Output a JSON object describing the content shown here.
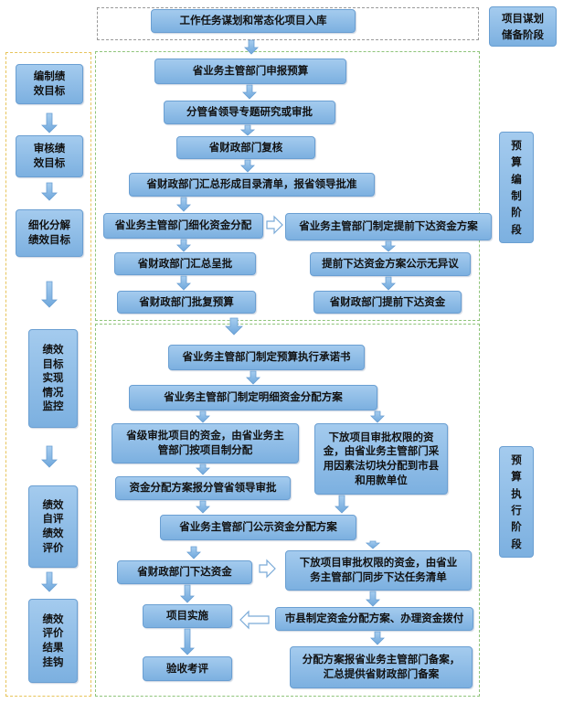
{
  "stages": {
    "reserve": "项目谋划储备阶段",
    "compile": "预算编制阶段",
    "execute": "预算执行阶段"
  },
  "top_box": "工作任务谋划和常态化项目入库",
  "compile_steps": [
    "省业务主管部门申报预算",
    "分管省领导专题研究或审批",
    "省财政部门复核",
    "省财政部门汇总形成目录清单，报省领导批准",
    "省业务主管部门细化资金分配",
    "省业务主管部门制定提前下达资金方案",
    "省财政部门汇总呈批",
    "提前下达资金方案公示无异议",
    "省财政部门批复预算",
    "省财政部门提前下达资金"
  ],
  "execute_steps": [
    "省业务主管部门制定预算执行承诺书",
    "省业务主管部门制定明细资金分配方案",
    "省级审批项目的资金，由省业务主管部门按项目制分配",
    "下放项目审批权限的资金，由省业务主管部门采用因素法切块分配到市县和用款单位",
    "资金分配方案报分管省领导审批",
    "省业务主管部门公示资金分配方案",
    "省财政部门下达资金",
    "下放项目审批权限的资金，由省业务主管部门同步下达任务清单",
    "项目实施",
    "市县制定资金分配方案、办理资金拨付",
    "验收考评",
    "分配方案报省业务主管部门备案，汇总提供省财政部门备案"
  ],
  "perf_steps": [
    "编制绩效目标",
    "审核绩效目标",
    "细化分解绩效目标",
    "绩效目标实现情况监控",
    "绩效自评绩效评价",
    "绩效评价结果挂钩"
  ]
}
